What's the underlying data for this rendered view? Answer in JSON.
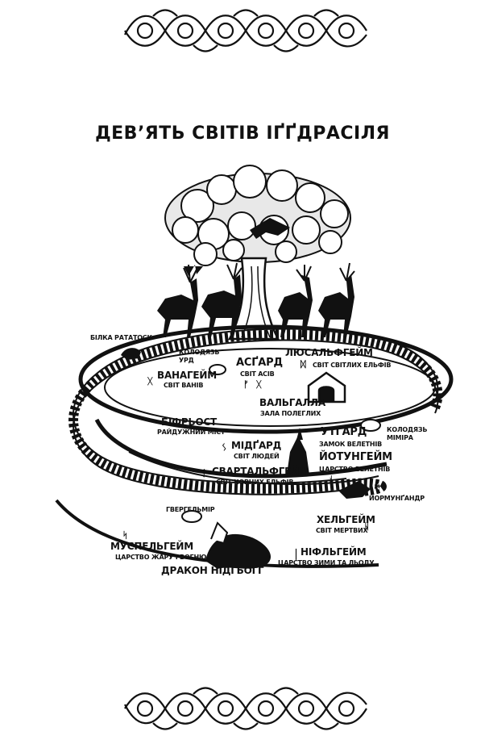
{
  "title": "ДЕВ’ЯТЬ СВІТІВ ІҐҐДРАСІЛЯ",
  "labels": {
    "ratatosk": "БІЛКА РАТАТОСК",
    "urd_well": "КОЛОДЯЗЬ\nУРД",
    "asgard": "АСҐАРД",
    "asgard_sub": "СВІТ АСІВ",
    "ljosalfheim": "ЛЮСАЛЬФГЕЙМ",
    "ljosalfheim_sub": "СВІТ СВІТЛИХ ЕЛЬФІВ",
    "vanaheim": "ВАНАГЕЙМ",
    "vanaheim_sub": "СВІТ ВАНІВ",
    "valhalla": "ВАЛЬГАЛЛА",
    "valhalla_sub": "ЗАЛА ПОЛЕГЛИХ",
    "bifrost": "БІФРЬОСТ",
    "bifrost_sub": "РАЙДУЖНИЙ МІСТ",
    "mimir_well": "КОЛОДЯЗЬ\nМІМІРА",
    "utgard": "УТҐАРД",
    "utgard_sub": "ЗАМОК ВЕЛЕТНІВ",
    "midgard": "МІДҐАРД",
    "midgard_sub": "СВІТ ЛЮДЕЙ",
    "jotunheim": "ЙОТУНГЕЙМ",
    "jotunheim_sub": "ЦАРСТВО ВЕЛЕТНІВ",
    "svartalfheim": "СВАРТАЛЬФГЕЙМ",
    "svartalfheim_sub": "СВІТ ЧОРНИХ ЕЛЬФІВ",
    "jormungandr": "ЙОРМУНҐАНДР",
    "hvergelmir": "ГВЕРГЕЛЬМІР",
    "helheim": "ХЕЛЬГЕЙМ",
    "helheim_sub": "СВІТ МЕРТВИХ",
    "muspelheim": "МУСПЕЛЬГЕЙМ",
    "muspelheim_sub": "ЦАРСТВО ЖАРУ І ВОГНЮ",
    "niflheim": "НІФЛЬГЕЙМ",
    "niflheim_sub": "ЦАРСТВО ЗИМИ ТА ЛЬОДУ",
    "nidhogg": "ДРАКОН НІДГЬОҐҐ"
  },
  "runes": {
    "asgard_left": "ᚠ",
    "asgard_right": "ᚷ",
    "vanaheim": "ᚷ",
    "ljosalfheim": "ᛞ",
    "midgard": "ᛊ",
    "svartalfheim": "ᛇ",
    "jotunheim": "ᚾ",
    "helheim": "ᚺ",
    "muspelheim": "ᛋ",
    "niflheim": "ᛁ"
  },
  "colors": {
    "ink": "#111111",
    "paper": "#ffffff"
  }
}
